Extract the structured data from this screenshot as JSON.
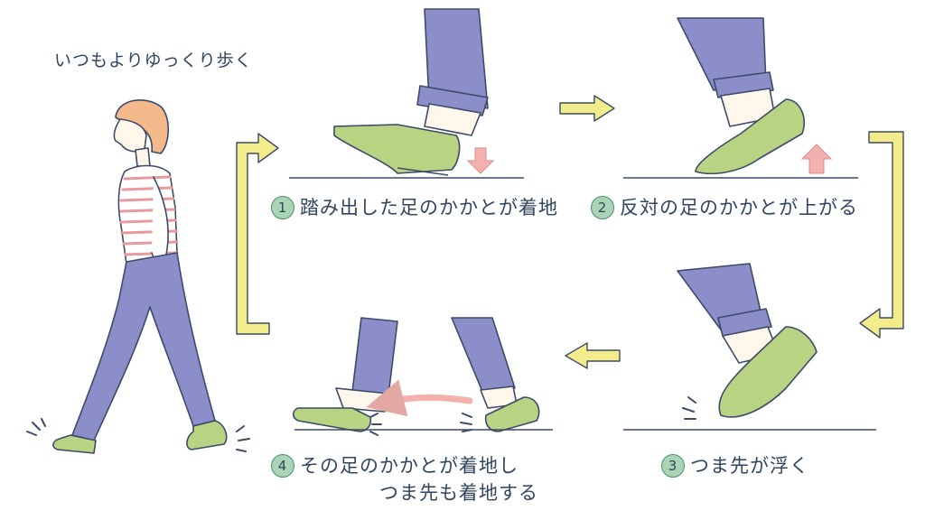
{
  "title": "いつもよりゆっくり歩く",
  "steps": [
    {
      "number": "1",
      "text": "踏み出した足のかかとが着地"
    },
    {
      "number": "2",
      "text": "反対の足のかかとが上がる"
    },
    {
      "number": "3",
      "text": "つま先が浮く"
    },
    {
      "number": "4",
      "line1": "その足のかかとが着地し",
      "line2": "つま先も着地する"
    }
  ],
  "colors": {
    "trousers": "#8b8ec9",
    "shoe": "#b8d483",
    "arrow_yellow": "#f2ec8a",
    "arrow_pink": "#f2b1ac",
    "outline": "#3d4a68",
    "number_badge": "#a9d5b4"
  }
}
